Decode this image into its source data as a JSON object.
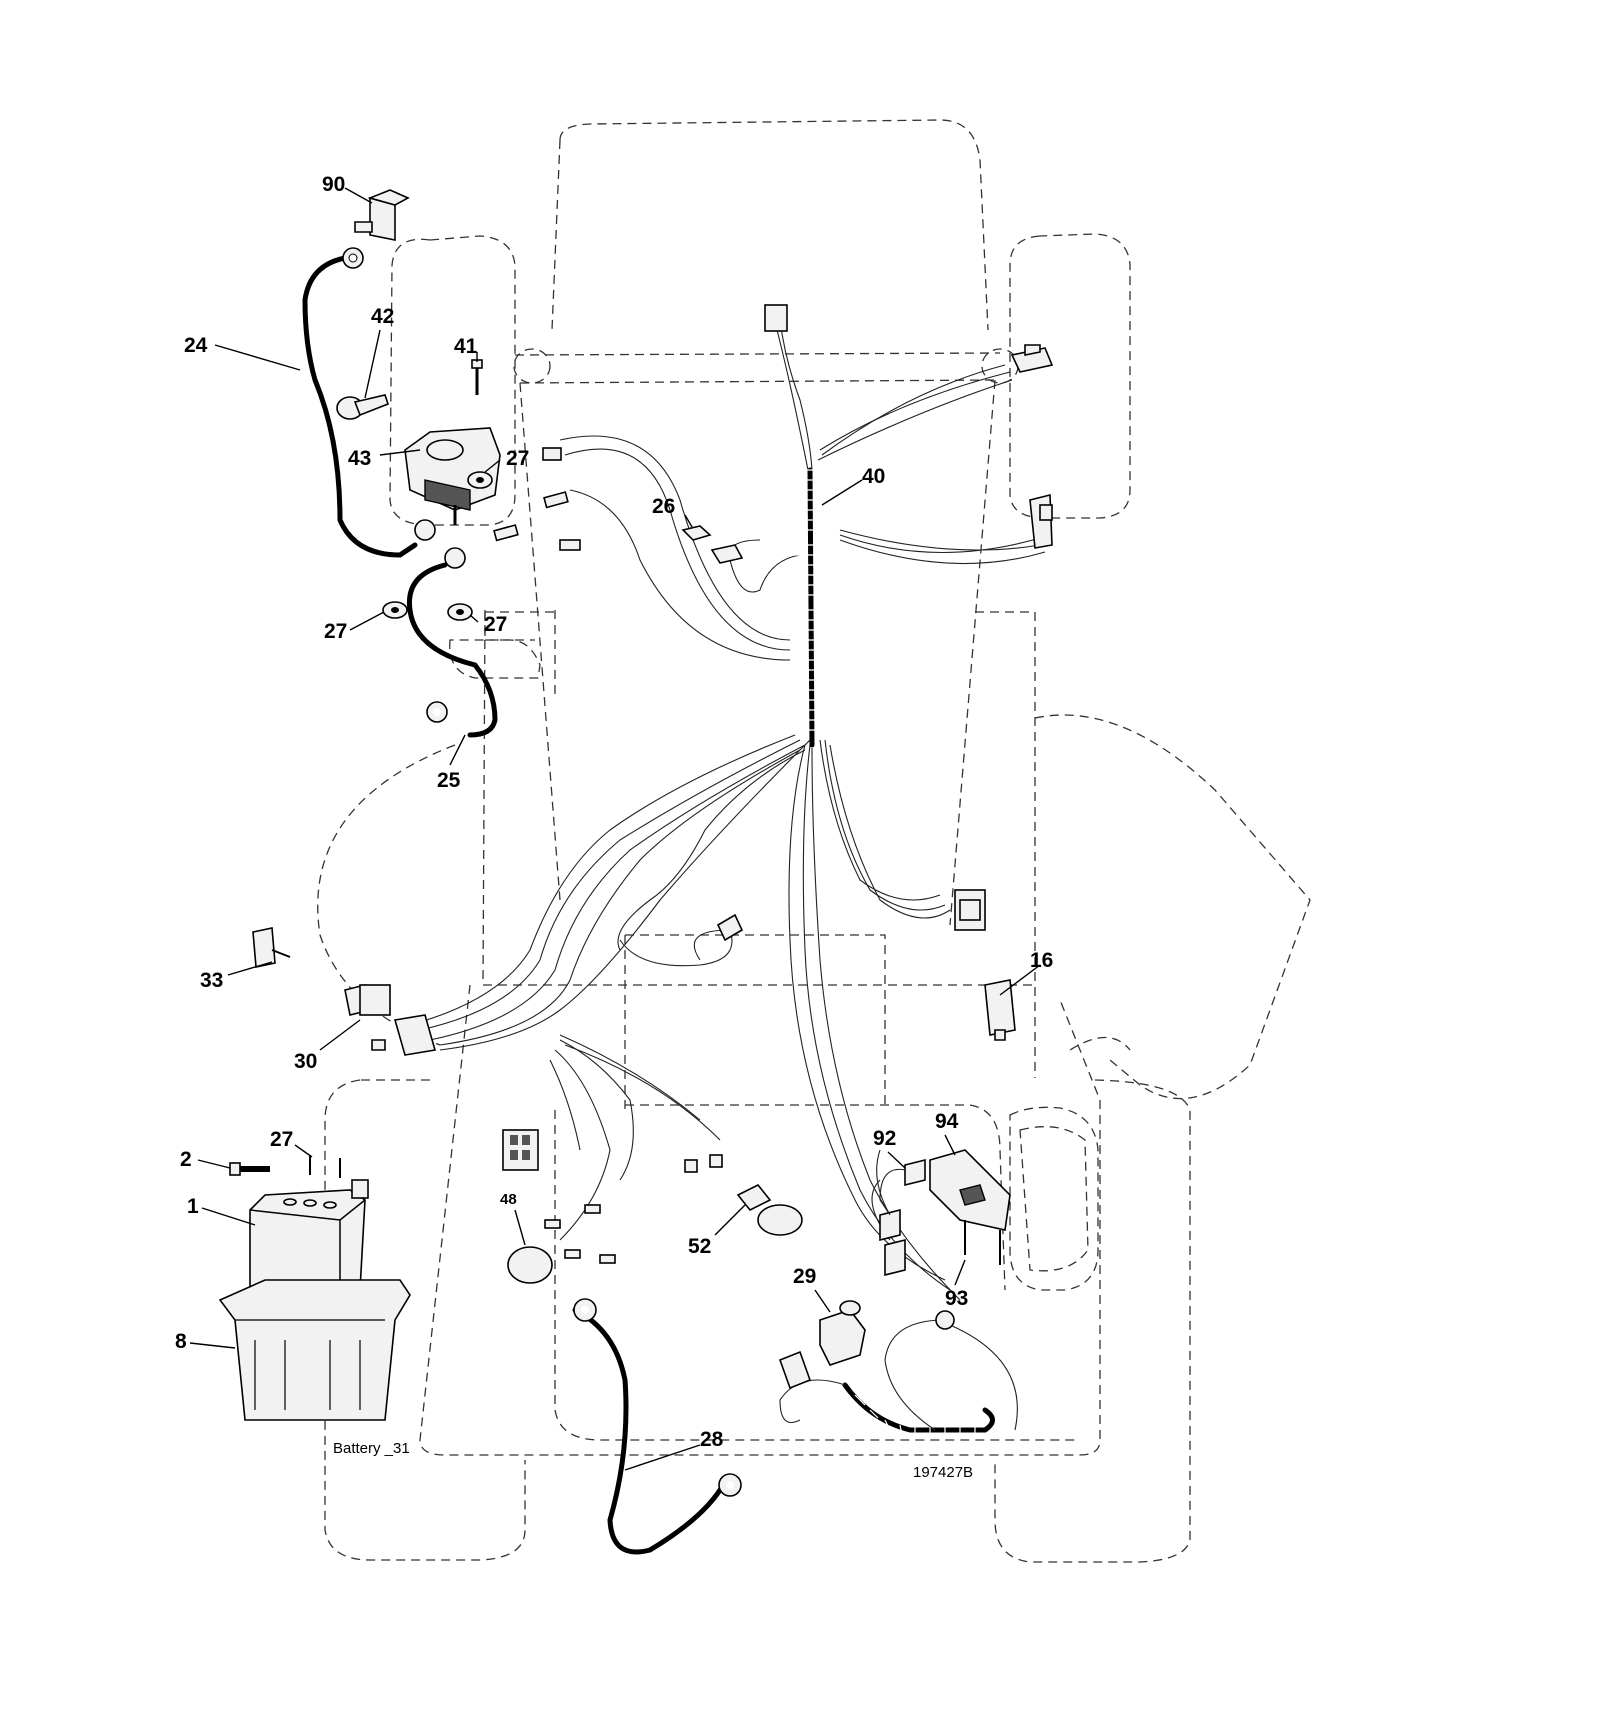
{
  "drawing": {
    "number": "197427B",
    "battery_caption": "Battery _31"
  },
  "callouts": [
    {
      "id": "c90",
      "label": "90"
    },
    {
      "id": "c24",
      "label": "24"
    },
    {
      "id": "c42",
      "label": "42"
    },
    {
      "id": "c41",
      "label": "41"
    },
    {
      "id": "c43",
      "label": "43"
    },
    {
      "id": "c27a",
      "label": "27"
    },
    {
      "id": "c40",
      "label": "40"
    },
    {
      "id": "c26",
      "label": "26"
    },
    {
      "id": "c27b",
      "label": "27"
    },
    {
      "id": "c27c",
      "label": "27"
    },
    {
      "id": "c25",
      "label": "25"
    },
    {
      "id": "c16",
      "label": "16"
    },
    {
      "id": "c33",
      "label": "33"
    },
    {
      "id": "c30",
      "label": "30"
    },
    {
      "id": "c2",
      "label": "2"
    },
    {
      "id": "c27d",
      "label": "27"
    },
    {
      "id": "c1",
      "label": "1"
    },
    {
      "id": "c8",
      "label": "8"
    },
    {
      "id": "c48",
      "label": "48"
    },
    {
      "id": "c52",
      "label": "52"
    },
    {
      "id": "c92",
      "label": "92"
    },
    {
      "id": "c94",
      "label": "94"
    },
    {
      "id": "c93",
      "label": "93"
    },
    {
      "id": "c29",
      "label": "29"
    },
    {
      "id": "c28",
      "label": "28"
    }
  ]
}
